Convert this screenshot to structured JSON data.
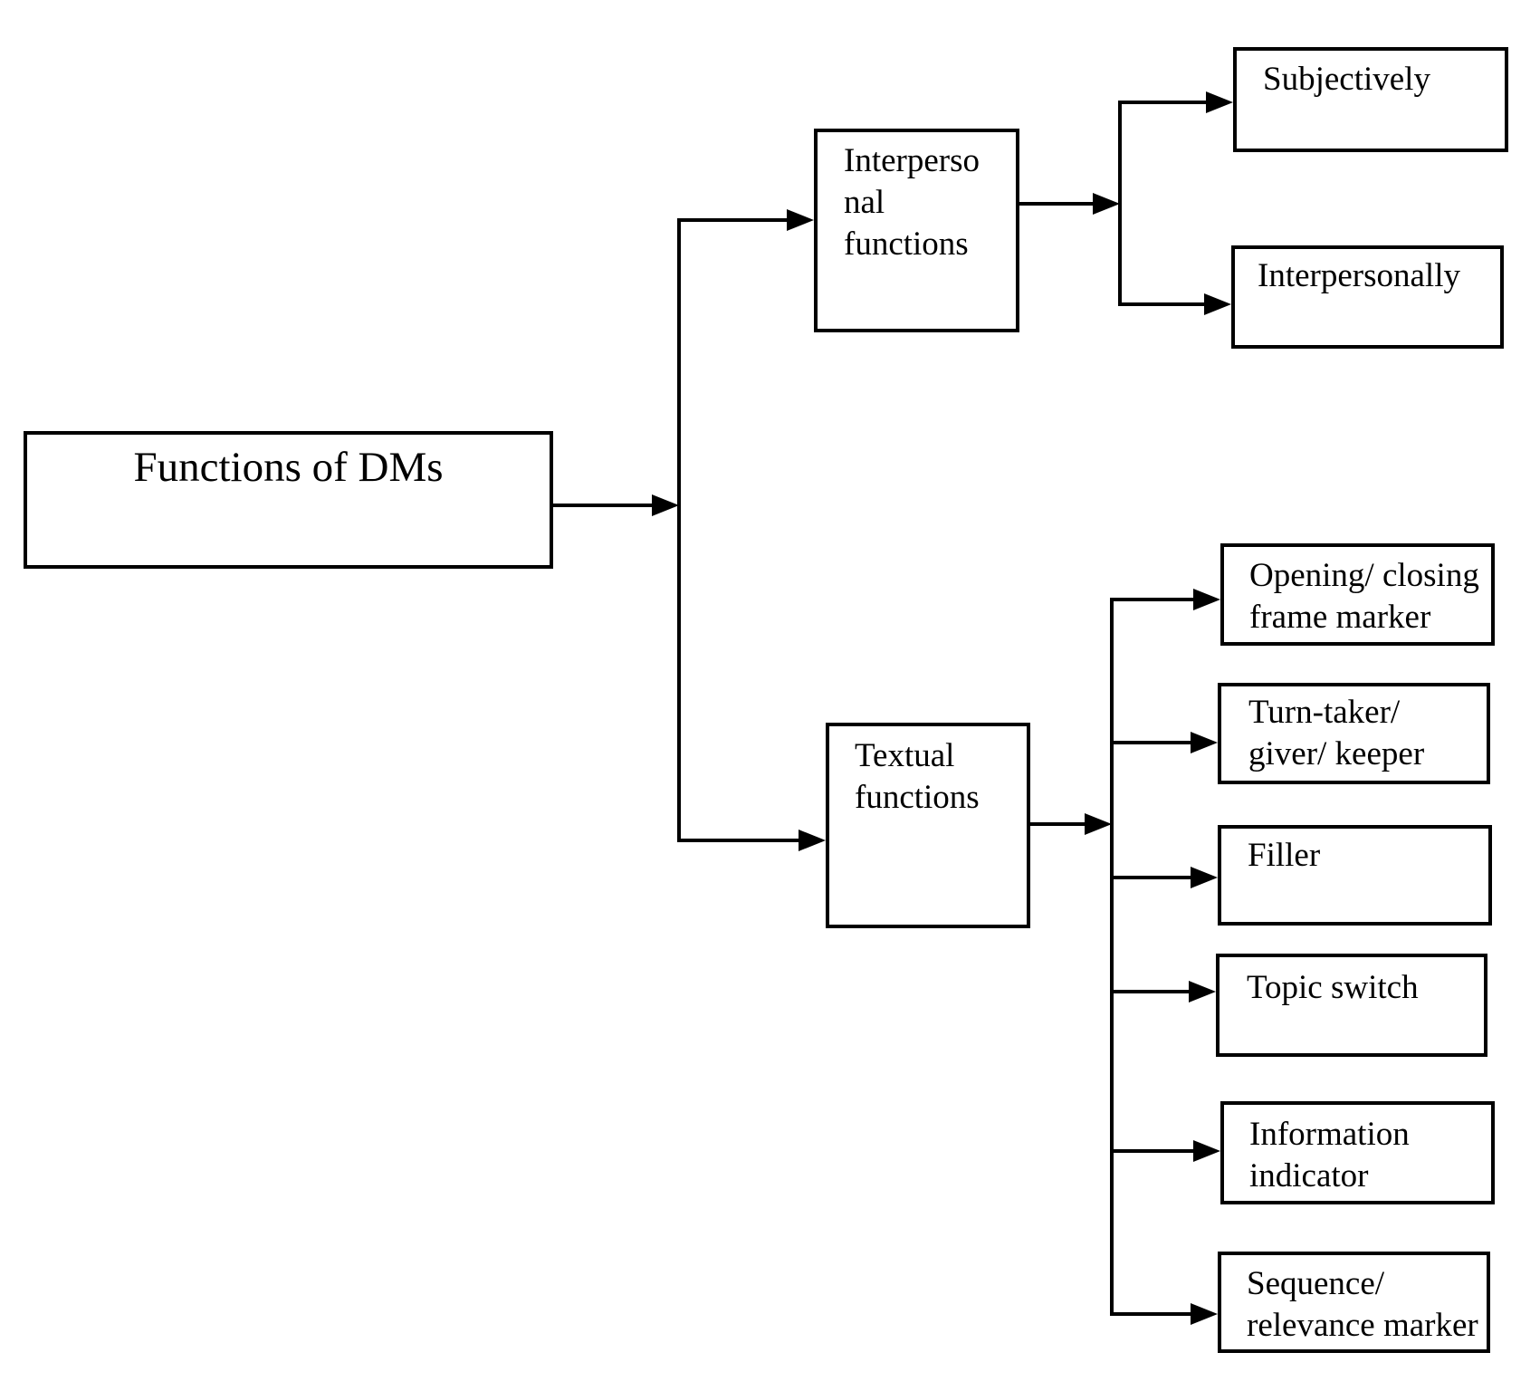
{
  "colors": {
    "background": "#ffffff",
    "line": "#000000",
    "text": "#000000",
    "box_fill": "#ffffff"
  },
  "nodes": {
    "root": {
      "label": "Functions of DMs"
    },
    "interpersonal": {
      "label": "Interperso\nnal\nfunctions"
    },
    "textual": {
      "label": "Textual\nfunctions"
    },
    "subjectively": {
      "label": "Subjectively"
    },
    "interpersonally": {
      "label": "Interpersonally"
    },
    "opening_closing": {
      "label": "Opening/ closing\nframe marker"
    },
    "turn_taker": {
      "label": "Turn-taker/\ngiver/ keeper"
    },
    "filler": {
      "label": "Filler"
    },
    "topic_switch": {
      "label": "Topic switch"
    },
    "information_indicator": {
      "label": "Information\nindicator"
    },
    "sequence_relevance": {
      "label": "Sequence/\nrelevance marker"
    }
  },
  "structure": {
    "root": "Functions of DMs",
    "branches": [
      {
        "parent": "Interpersonal functions",
        "children": [
          "Subjectively",
          "Interpersonally"
        ]
      },
      {
        "parent": "Textual functions",
        "children": [
          "Opening/ closing frame marker",
          "Turn-taker/ giver/ keeper",
          "Filler",
          "Topic switch",
          "Information indicator",
          "Sequence/ relevance marker"
        ]
      }
    ]
  }
}
